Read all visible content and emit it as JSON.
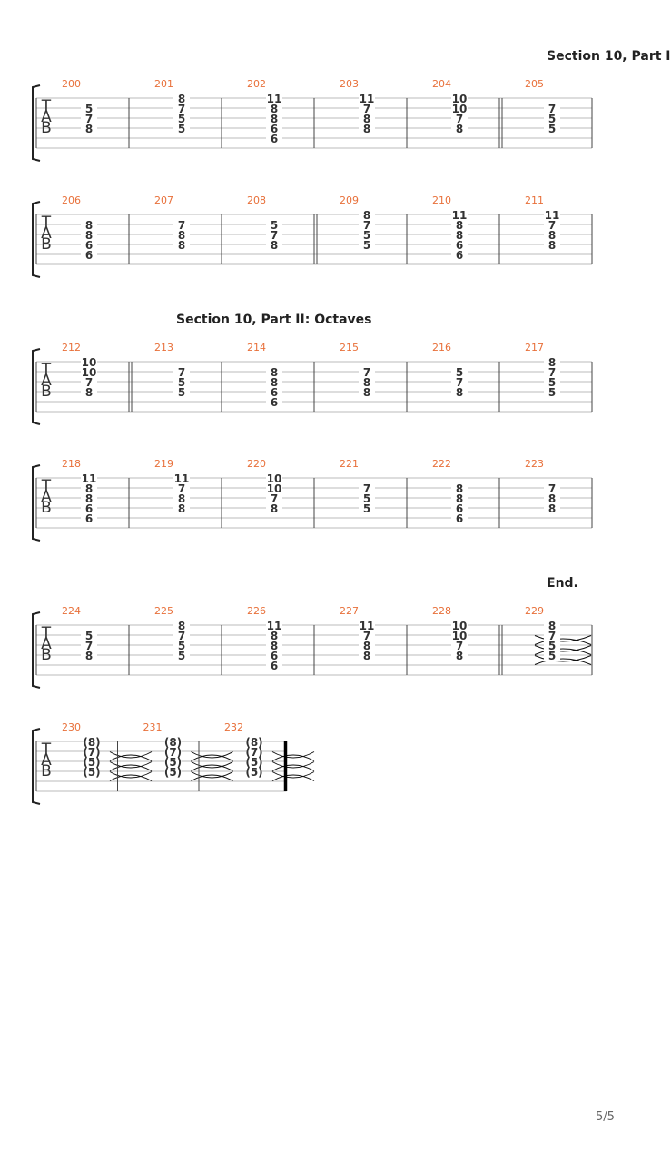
{
  "page": {
    "number": "5/5"
  },
  "section_labels": [
    {
      "text": "Section 10, Part I"
    },
    {
      "text": "Section 10, Part II: Octaves"
    },
    {
      "text": "End."
    }
  ],
  "systems": [
    {
      "measures": [
        {
          "num": "200",
          "notes": [
            [
              2,
              "5"
            ],
            [
              3,
              "7"
            ],
            [
              4,
              "8"
            ]
          ]
        },
        {
          "num": "201",
          "notes": [
            [
              1,
              "8"
            ],
            [
              2,
              "7"
            ],
            [
              3,
              "5"
            ],
            [
              4,
              "5"
            ]
          ]
        },
        {
          "num": "202",
          "notes": [
            [
              1,
              "11"
            ],
            [
              2,
              "8"
            ],
            [
              3,
              "8"
            ],
            [
              4,
              "6"
            ],
            [
              5,
              "6"
            ]
          ]
        },
        {
          "num": "203",
          "notes": [
            [
              1,
              "11"
            ],
            [
              2,
              "7"
            ],
            [
              3,
              "8"
            ],
            [
              4,
              "8"
            ]
          ]
        },
        {
          "num": "204",
          "notes": [
            [
              1,
              "10"
            ],
            [
              2,
              "10"
            ],
            [
              3,
              "7"
            ],
            [
              4,
              "8"
            ]
          ]
        },
        {
          "num": "205",
          "notes": [
            [
              2,
              "7"
            ],
            [
              3,
              "5"
            ],
            [
              4,
              "5"
            ]
          ]
        }
      ]
    },
    {
      "measures": [
        {
          "num": "206",
          "notes": [
            [
              2,
              "8"
            ],
            [
              3,
              "8"
            ],
            [
              4,
              "6"
            ],
            [
              5,
              "6"
            ]
          ]
        },
        {
          "num": "207",
          "notes": [
            [
              2,
              "7"
            ],
            [
              3,
              "8"
            ],
            [
              4,
              "8"
            ]
          ]
        },
        {
          "num": "208",
          "notes": [
            [
              2,
              "5"
            ],
            [
              3,
              "7"
            ],
            [
              4,
              "8"
            ]
          ]
        },
        {
          "num": "209",
          "notes": [
            [
              1,
              "8"
            ],
            [
              2,
              "7"
            ],
            [
              3,
              "5"
            ],
            [
              4,
              "5"
            ]
          ]
        },
        {
          "num": "210",
          "notes": [
            [
              1,
              "11"
            ],
            [
              2,
              "8"
            ],
            [
              3,
              "8"
            ],
            [
              4,
              "6"
            ],
            [
              5,
              "6"
            ]
          ]
        },
        {
          "num": "211",
          "notes": [
            [
              1,
              "11"
            ],
            [
              2,
              "7"
            ],
            [
              3,
              "8"
            ],
            [
              4,
              "8"
            ]
          ]
        }
      ]
    },
    {
      "measures": [
        {
          "num": "212",
          "notes": [
            [
              1,
              "10"
            ],
            [
              2,
              "10"
            ],
            [
              3,
              "7"
            ],
            [
              4,
              "8"
            ]
          ]
        },
        {
          "num": "213",
          "notes": [
            [
              2,
              "7"
            ],
            [
              3,
              "5"
            ],
            [
              4,
              "5"
            ]
          ]
        },
        {
          "num": "214",
          "notes": [
            [
              2,
              "8"
            ],
            [
              3,
              "8"
            ],
            [
              4,
              "6"
            ],
            [
              5,
              "6"
            ]
          ]
        },
        {
          "num": "215",
          "notes": [
            [
              2,
              "7"
            ],
            [
              3,
              "8"
            ],
            [
              4,
              "8"
            ]
          ]
        },
        {
          "num": "216",
          "notes": [
            [
              2,
              "5"
            ],
            [
              3,
              "7"
            ],
            [
              4,
              "8"
            ]
          ]
        },
        {
          "num": "217",
          "notes": [
            [
              1,
              "8"
            ],
            [
              2,
              "7"
            ],
            [
              3,
              "5"
            ],
            [
              4,
              "5"
            ]
          ]
        }
      ]
    },
    {
      "measures": [
        {
          "num": "218",
          "notes": [
            [
              1,
              "11"
            ],
            [
              2,
              "8"
            ],
            [
              3,
              "8"
            ],
            [
              4,
              "6"
            ],
            [
              5,
              "6"
            ]
          ]
        },
        {
          "num": "219",
          "notes": [
            [
              1,
              "11"
            ],
            [
              2,
              "7"
            ],
            [
              3,
              "8"
            ],
            [
              4,
              "8"
            ]
          ]
        },
        {
          "num": "220",
          "notes": [
            [
              1,
              "10"
            ],
            [
              2,
              "10"
            ],
            [
              3,
              "7"
            ],
            [
              4,
              "8"
            ]
          ]
        },
        {
          "num": "221",
          "notes": [
            [
              2,
              "7"
            ],
            [
              3,
              "5"
            ],
            [
              4,
              "5"
            ]
          ]
        },
        {
          "num": "222",
          "notes": [
            [
              2,
              "8"
            ],
            [
              3,
              "8"
            ],
            [
              4,
              "6"
            ],
            [
              5,
              "6"
            ]
          ]
        },
        {
          "num": "223",
          "notes": [
            [
              2,
              "7"
            ],
            [
              3,
              "8"
            ],
            [
              4,
              "8"
            ]
          ]
        }
      ]
    },
    {
      "measures": [
        {
          "num": "224",
          "notes": [
            [
              2,
              "5"
            ],
            [
              3,
              "7"
            ],
            [
              4,
              "8"
            ]
          ]
        },
        {
          "num": "225",
          "notes": [
            [
              1,
              "8"
            ],
            [
              2,
              "7"
            ],
            [
              3,
              "5"
            ],
            [
              4,
              "5"
            ]
          ]
        },
        {
          "num": "226",
          "notes": [
            [
              1,
              "11"
            ],
            [
              2,
              "8"
            ],
            [
              3,
              "8"
            ],
            [
              4,
              "6"
            ],
            [
              5,
              "6"
            ]
          ]
        },
        {
          "num": "227",
          "notes": [
            [
              1,
              "11"
            ],
            [
              2,
              "7"
            ],
            [
              3,
              "8"
            ],
            [
              4,
              "8"
            ]
          ]
        },
        {
          "num": "228",
          "notes": [
            [
              1,
              "10"
            ],
            [
              2,
              "10"
            ],
            [
              3,
              "7"
            ],
            [
              4,
              "8"
            ]
          ]
        },
        {
          "num": "229",
          "notes": [
            [
              1,
              "8"
            ],
            [
              2,
              "7"
            ],
            [
              3,
              "5"
            ],
            [
              4,
              "5"
            ]
          ],
          "ringout": true
        }
      ]
    },
    {
      "measures": [
        {
          "num": "230",
          "notes": [
            [
              1,
              "(8)"
            ],
            [
              2,
              "(7)"
            ],
            [
              3,
              "(5)"
            ],
            [
              4,
              "(5)"
            ]
          ],
          "ringout": true
        },
        {
          "num": "231",
          "notes": [
            [
              1,
              "(8)"
            ],
            [
              2,
              "(7)"
            ],
            [
              3,
              "(5)"
            ],
            [
              4,
              "(5)"
            ]
          ],
          "ringout": true
        },
        {
          "num": "232",
          "notes": [
            [
              1,
              "(8)"
            ],
            [
              2,
              "(7)"
            ],
            [
              3,
              "(5)"
            ],
            [
              4,
              "(5)"
            ]
          ],
          "ringout": true
        }
      ]
    }
  ],
  "colors": {
    "measure_number": "#e8703a",
    "ink": "#333333",
    "staff_line": "#bbbbbb"
  }
}
